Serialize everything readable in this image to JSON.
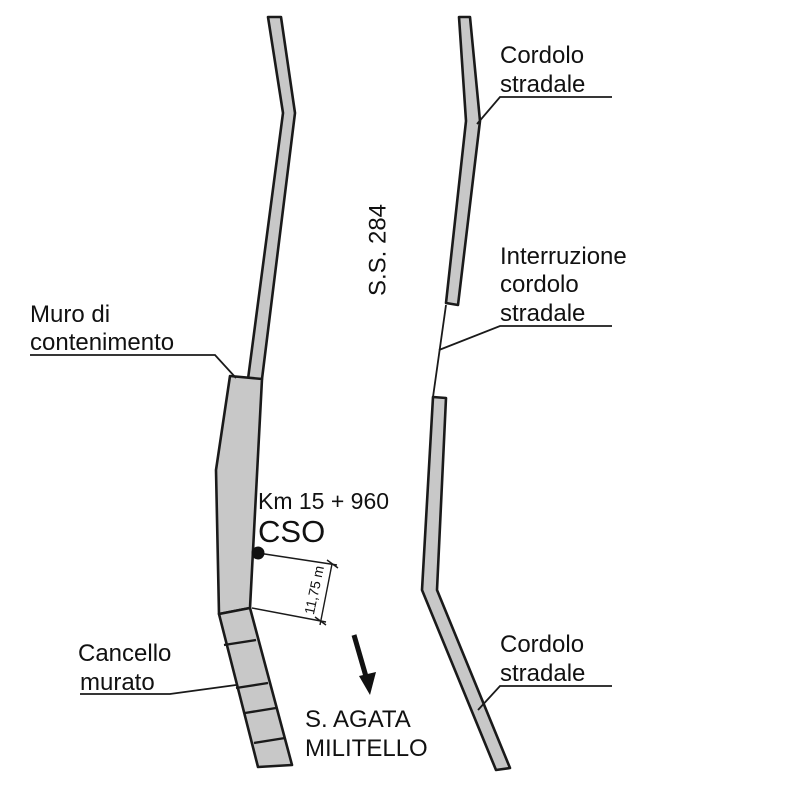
{
  "road": {
    "name": "S.S. 284"
  },
  "labels": {
    "cordolo_top": {
      "line1": "Cordolo",
      "line2": "stradale"
    },
    "interruzione": {
      "line1": "Interruzione",
      "line2": "cordolo",
      "line3": "stradale"
    },
    "cordolo_bottom": {
      "line1": "Cordolo",
      "line2": "stradale"
    },
    "muro": {
      "line1": "Muro di",
      "line2": "contenimento"
    },
    "cancello": {
      "line1": "Cancello",
      "line2": "murato"
    }
  },
  "point": {
    "km": "Km 15 + 960",
    "code": "CSO",
    "distance": "11,75 m"
  },
  "direction": {
    "line1": "S. AGATA",
    "line2": "MILITELLO"
  },
  "colors": {
    "fill": "#c8c8c8",
    "stroke": "#1a1a1a"
  }
}
